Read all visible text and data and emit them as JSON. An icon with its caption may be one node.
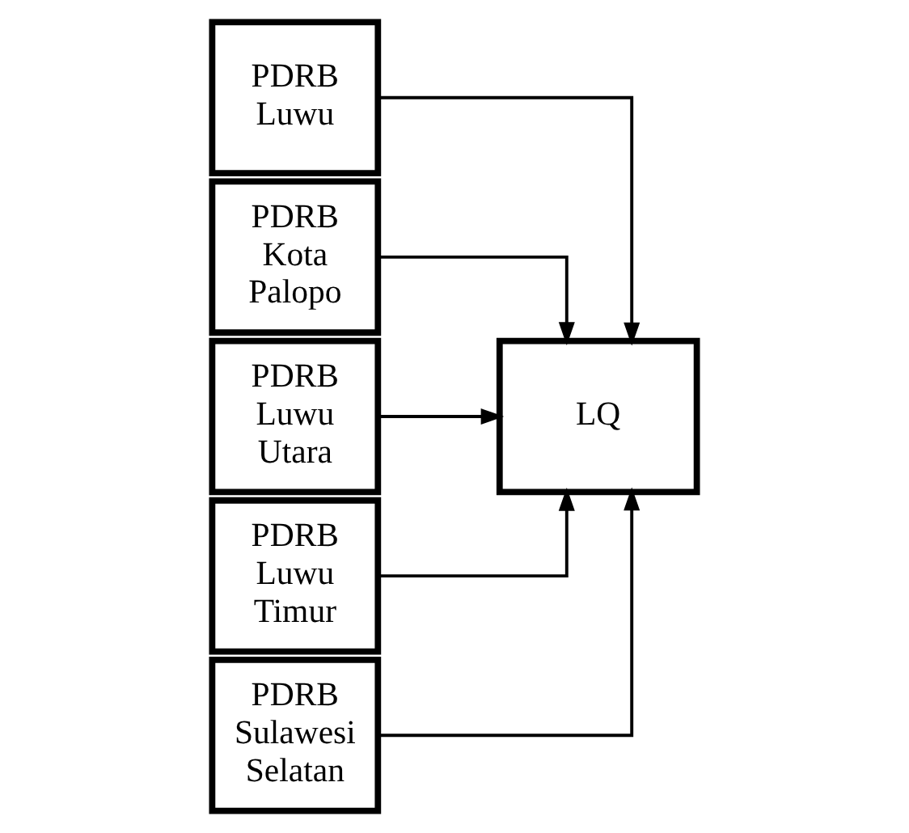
{
  "diagram": {
    "nodes": [
      {
        "text": [
          "PDRB Luwu"
        ]
      },
      {
        "text": [
          "PDRB Kota Palopo"
        ]
      },
      {
        "text": [
          "PDRB Luwu Utara"
        ]
      },
      {
        "text": [
          "PDRB Luwu Timur"
        ]
      },
      {
        "text": [
          "PDRB Sulawesi Selatan"
        ]
      },
      {
        "text": [
          "LQ"
        ]
      }
    ],
    "edges": [
      {
        "from": 0,
        "to": 5,
        "arrow": "to"
      },
      {
        "from": 1,
        "to": 5,
        "arrow": "to"
      },
      {
        "from": 2,
        "to": 5,
        "arrow": "to"
      },
      {
        "from": 3,
        "to": 5,
        "arrow": "to"
      },
      {
        "from": 4,
        "to": 5,
        "arrow": "to"
      }
    ]
  }
}
